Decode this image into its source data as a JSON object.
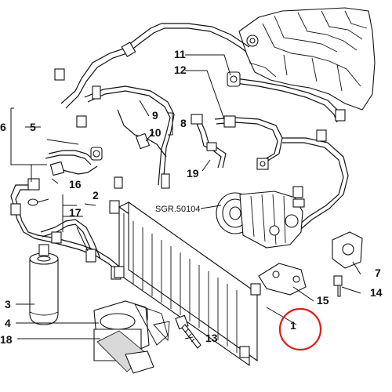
{
  "diagram": {
    "reference_code": "SGR.50104",
    "highlight_color": "#e01b1b",
    "labels": {
      "p1": "1",
      "p2": "2",
      "p3": "3",
      "p4": "4",
      "p5": "5",
      "p6": "6",
      "p7": "7",
      "p8": "8",
      "p9": "9",
      "p10": "10",
      "p11": "11",
      "p12": "12",
      "p13": "13",
      "p14": "14",
      "p15": "15",
      "p16": "16",
      "p17": "17",
      "p18": "18",
      "p19": "19"
    }
  }
}
